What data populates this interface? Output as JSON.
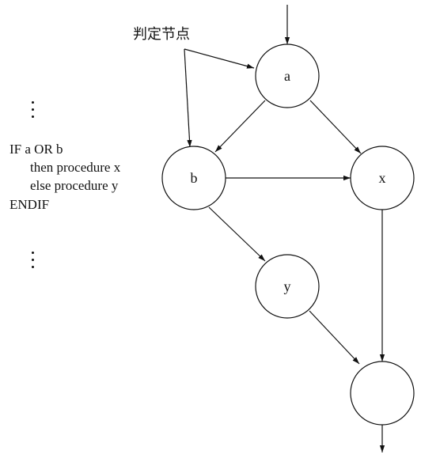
{
  "annotation": {
    "label": "判定节点"
  },
  "nodes": {
    "a": "a",
    "b": "b",
    "x": "x",
    "y": "y",
    "end": ""
  },
  "code": {
    "line1": "IF a OR b",
    "line2": "then procedure x",
    "line3": "else procedure y",
    "line4": "ENDIF"
  },
  "colors": {
    "stroke": "#111111",
    "background": "#ffffff"
  }
}
